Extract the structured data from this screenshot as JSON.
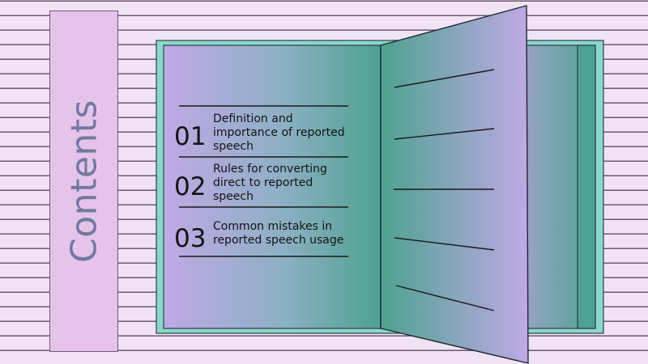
{
  "slide": {
    "title": "Contents",
    "items": [
      {
        "number": "01",
        "text": "Definition and importance of reported speech"
      },
      {
        "number": "02",
        "text": "Rules for converting direct to reported speech"
      },
      {
        "number": "03",
        "text": "Common mistakes in reported speech usage"
      }
    ]
  },
  "colors": {
    "background": "#f0e4f3",
    "sidebar": "#e6c3eb",
    "title_text": "#6f7b9c",
    "book_cover": "#8ad8cc",
    "page_violet": "#c0a9e6",
    "page_teal": "#4ea290",
    "ink": "#141414"
  },
  "icons": [
    "open-book-illustration"
  ]
}
